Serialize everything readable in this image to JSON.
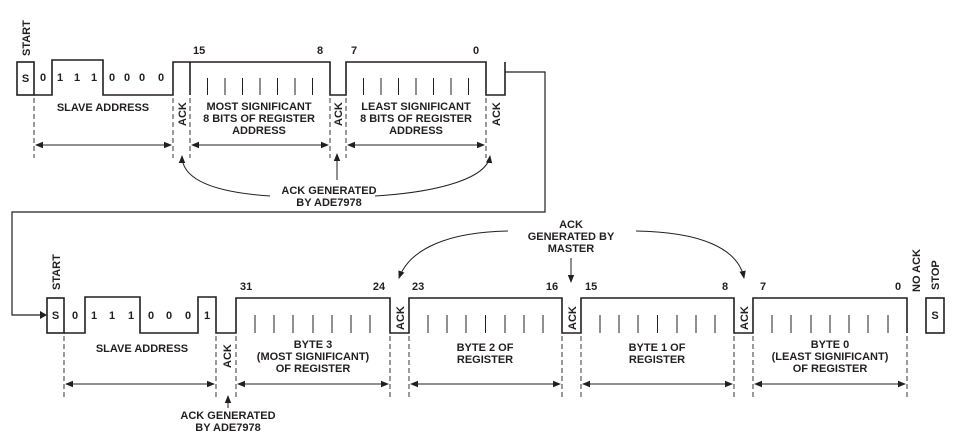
{
  "top": {
    "start_label": "START",
    "s_box": "S",
    "address_bits": [
      "0",
      "1",
      "1",
      "1",
      "0",
      "0",
      "0",
      "0"
    ],
    "slave_address_label": "SLAVE ADDRESS",
    "ack_labels": [
      "ACK",
      "ACK",
      "ACK"
    ],
    "msb_high": "15",
    "msb_low": "8",
    "lsb_high": "7",
    "lsb_low": "0",
    "msb_field": [
      "MOST SIGNIFICANT",
      "8 BITS OF REGISTER",
      "ADDRESS"
    ],
    "lsb_field": [
      "LEAST SIGNIFICANT",
      "8 BITS OF REGISTER",
      "ADDRESS"
    ],
    "ack_note": [
      "ACK GENERATED",
      "BY ADE7978"
    ]
  },
  "bottom": {
    "start_label": "START",
    "s_box": "S",
    "address_bits": [
      "0",
      "1",
      "1",
      "1",
      "0",
      "0",
      "0",
      "1"
    ],
    "slave_address_label": "SLAVE ADDRESS",
    "ack_labels": [
      "ACK",
      "ACK",
      "ACK",
      "ACK"
    ],
    "no_ack_label": [
      "NO ACK"
    ],
    "stop_label": "STOP",
    "stop_box": "S",
    "byte_bounds": [
      {
        "high": "31",
        "low": "24"
      },
      {
        "high": "23",
        "low": "16"
      },
      {
        "high": "15",
        "low": "8"
      },
      {
        "high": "7",
        "low": "0"
      }
    ],
    "byte3": [
      "BYTE 3",
      "(MOST SIGNIFICANT)",
      "OF REGISTER"
    ],
    "byte2": [
      "BYTE 2 OF",
      "REGISTER"
    ],
    "byte1": [
      "BYTE 1 OF",
      "REGISTER"
    ],
    "byte0": [
      "BYTE 0",
      "(LEAST SIGNIFICANT)",
      "OF REGISTER"
    ],
    "master_note": [
      "ACK",
      "GENERATED BY",
      "MASTER"
    ],
    "ack_note": [
      "ACK GENERATED",
      "BY ADE7978"
    ]
  }
}
